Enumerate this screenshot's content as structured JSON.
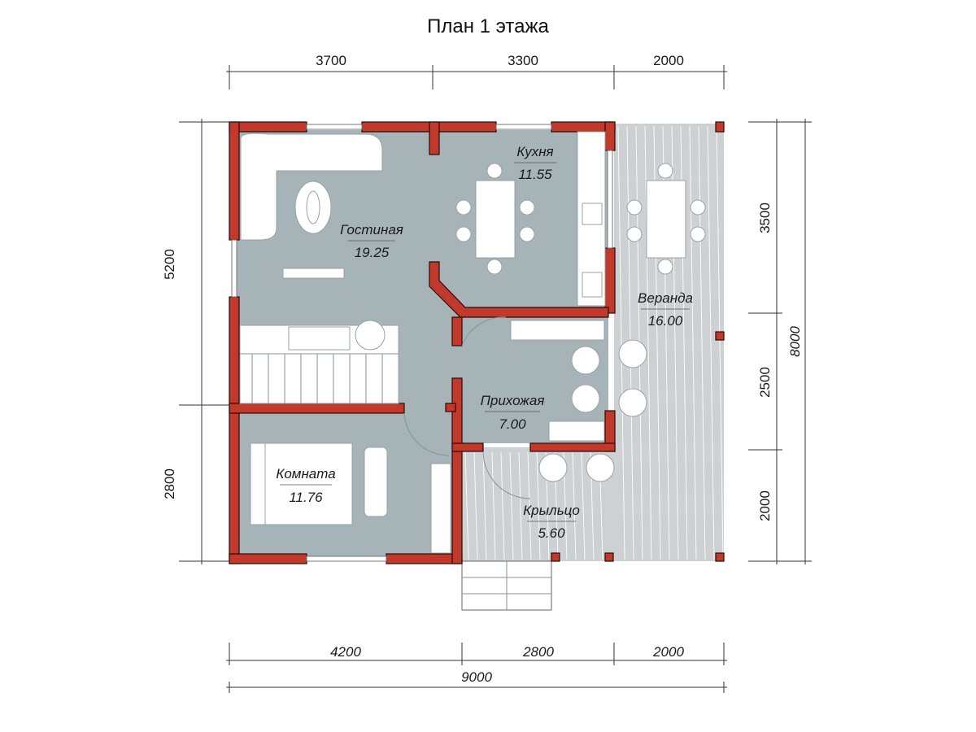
{
  "title": "План 1 этажа",
  "dimensions": {
    "top": [
      "3700",
      "3300",
      "2000"
    ],
    "bottom": [
      "4200",
      "2800",
      "2000"
    ],
    "total_width": "9000",
    "left": [
      "5200",
      "2800"
    ],
    "right": [
      "3500",
      "2500",
      "2000"
    ],
    "total_height": "8000"
  },
  "rooms": {
    "living": {
      "name": "Гостиная",
      "area": "19.25"
    },
    "kitchen": {
      "name": "Кухня",
      "area": "11.55"
    },
    "hall": {
      "name": "Прихожая",
      "area": "7.00"
    },
    "bedroom": {
      "name": "Комната",
      "area": "11.76"
    },
    "porch": {
      "name": "Крыльцо",
      "area": "5.60"
    },
    "veranda": {
      "name": "Веранда",
      "area": "16.00"
    }
  },
  "colors": {
    "wall": "#c0392b",
    "floor": "#a6b3b7",
    "deck": "#cdd1d3"
  }
}
